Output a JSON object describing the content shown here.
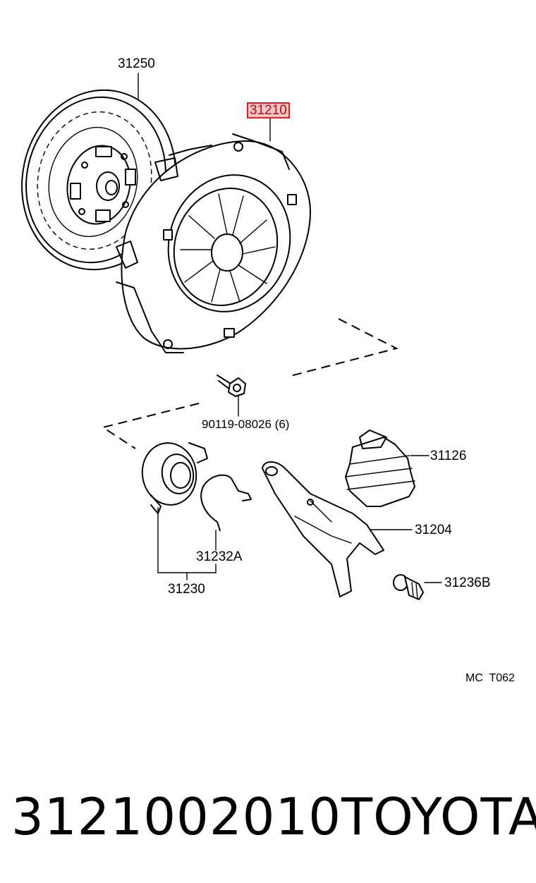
{
  "parts": {
    "disc": "31250",
    "cover": "31210",
    "bolt": "90119-08026 (6)",
    "boot": "31126",
    "fork": "31204",
    "clip": "31232A",
    "bearing": "31230",
    "pivot": "31236B"
  },
  "highlight_color": "#e02020",
  "diagram_code": "MC  T062",
  "footer": {
    "part_number": "3121002010",
    "brand": "TOYOTA"
  }
}
